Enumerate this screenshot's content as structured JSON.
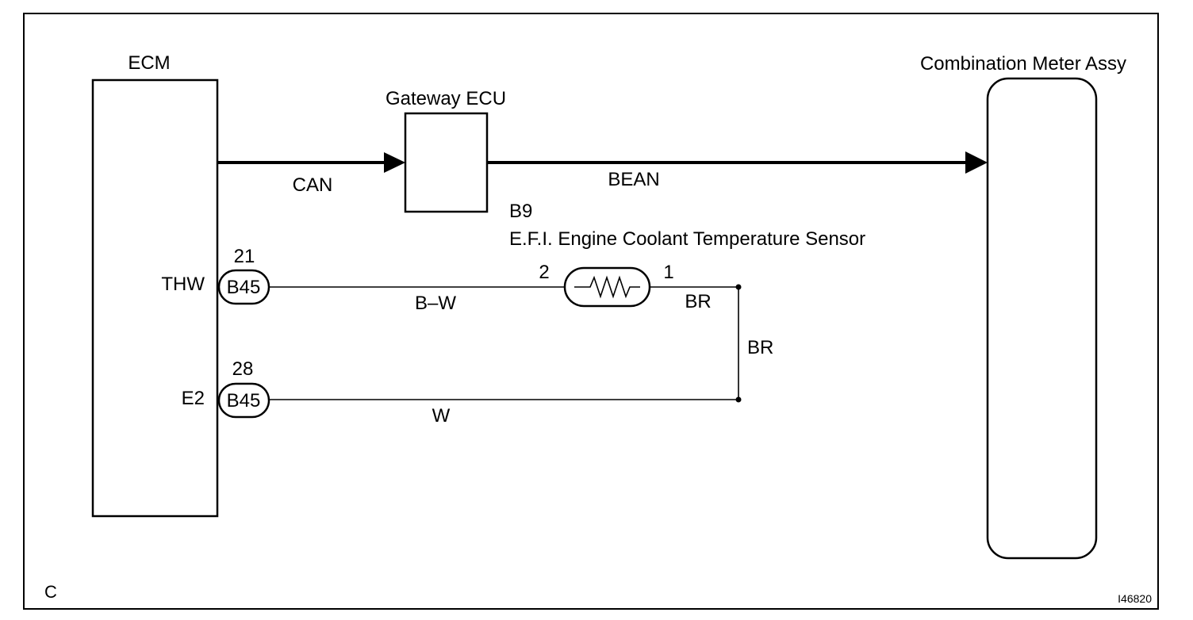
{
  "diagram": {
    "corner_letter": "C",
    "figure_id": "I46820",
    "ecm": {
      "title": "ECM",
      "pins": [
        {
          "number": "21",
          "connector": "B45",
          "name": "THW"
        },
        {
          "number": "28",
          "connector": "B45",
          "name": "E2"
        }
      ]
    },
    "gateway": {
      "title": "Gateway ECU"
    },
    "meter": {
      "title": "Combination Meter Assy"
    },
    "buses": {
      "can": "CAN",
      "bean": "BEAN"
    },
    "sensor": {
      "code": "B9",
      "title": "E.F.I. Engine Coolant Temperature Sensor",
      "pin_left": "2",
      "pin_right": "1"
    },
    "wires": {
      "thw_to_sensor": "B–W",
      "sensor_out": "BR",
      "vertical": "BR",
      "e2_line": "W"
    }
  }
}
